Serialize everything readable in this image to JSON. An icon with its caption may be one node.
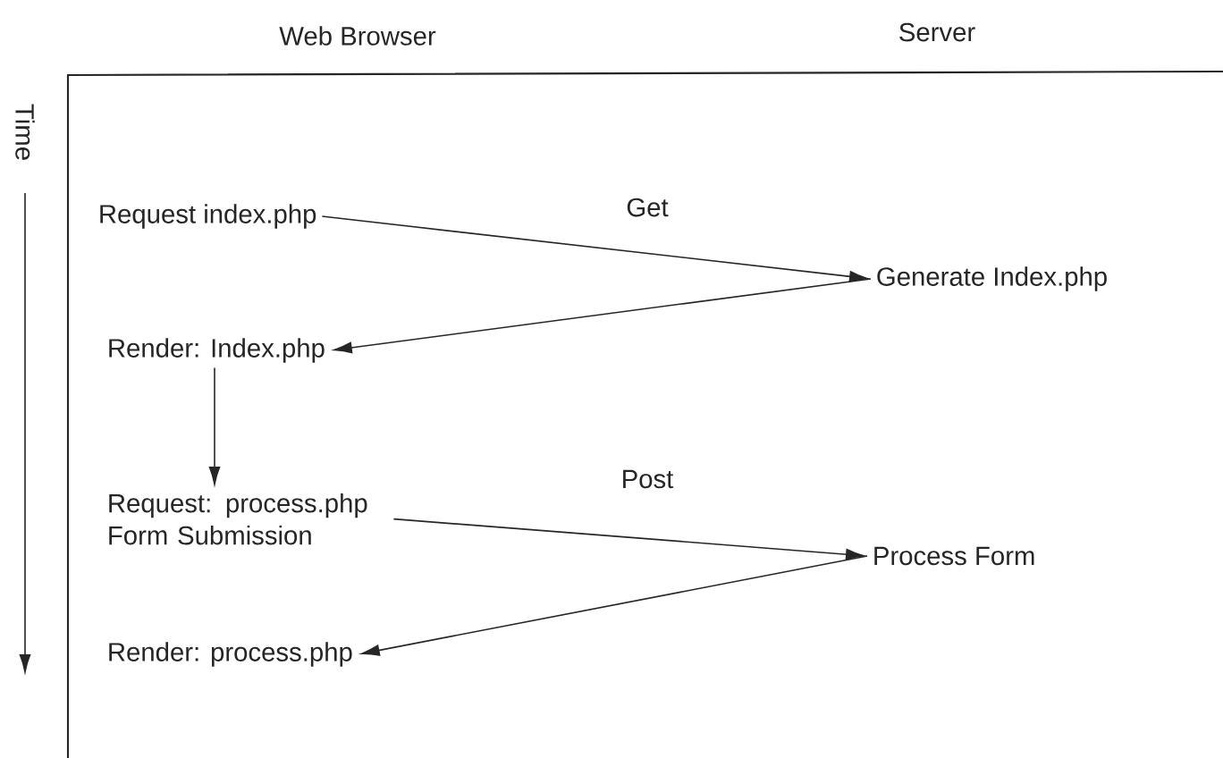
{
  "diagram": {
    "nodes": [
      {
        "text": [
          "Request index.php"
        ]
      },
      {
        "text": [
          "Generate Index.php"
        ]
      },
      {
        "text": [
          "Render: Index.php"
        ]
      },
      {
        "text": [
          "Request: process.php Form Submission"
        ]
      },
      {
        "text": [
          "Process Form"
        ]
      },
      {
        "text": [
          "Render: process.php"
        ]
      }
    ],
    "edges": [
      {
        "from": 0,
        "to": 1,
        "arrow": "to",
        "label": "Get"
      },
      {
        "from": 1,
        "to": 2,
        "arrow": "to"
      },
      {
        "from": 2,
        "to": 3,
        "arrow": "to"
      },
      {
        "from": 3,
        "to": 4,
        "arrow": "to",
        "label": "Post"
      },
      {
        "from": 4,
        "to": 5,
        "arrow": "to"
      }
    ],
    "labels": [
      "Web Browser",
      "Server",
      "Time"
    ]
  }
}
